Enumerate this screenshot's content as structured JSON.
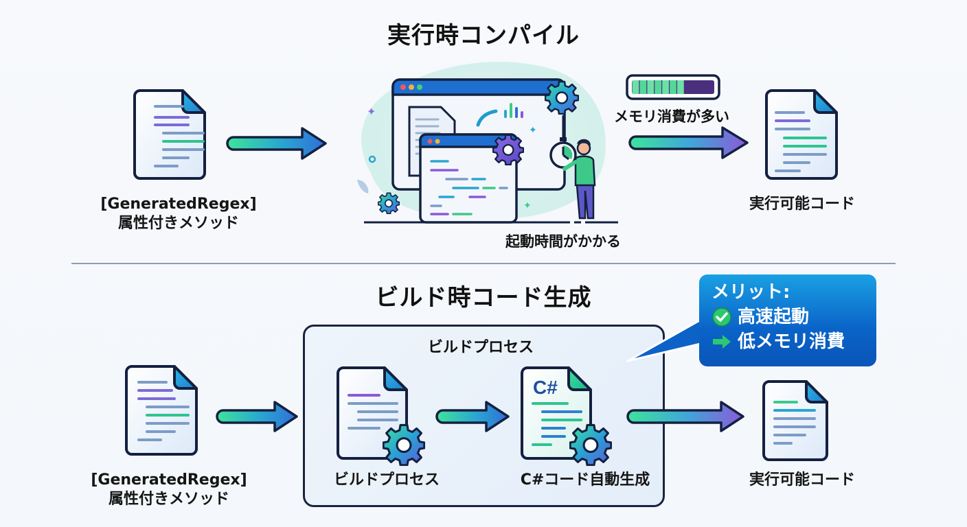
{
  "colors": {
    "outline": "#142040",
    "arrow_start": "#3ee39a",
    "arrow_mid": "#2b8fd6",
    "arrow_end_blue": "#2f6fd8",
    "arrow_end_purple": "#8a5ad8",
    "callout_bg": "#0a63c8",
    "check_green": "#2dc86e"
  },
  "runtime": {
    "title": "実行時コンパイル",
    "source_label_line1": "[GeneratedRegex]",
    "source_label_line2": "属性付きメソッド",
    "memory_note": "メモリ消費が多い",
    "memory_usage_fraction": 0.65,
    "startup_note": "起動時間がかかる",
    "output_label": "実行可能コード",
    "icons": [
      "document-icon",
      "arrow-right-icon",
      "compile-illustration",
      "memory-bar-icon",
      "arrow-right-icon",
      "document-icon"
    ]
  },
  "buildtime": {
    "title": "ビルド時コード生成",
    "source_label_line1": "[GeneratedRegex]",
    "source_label_line2": "属性付きメソッド",
    "box_title": "ビルドプロセス",
    "step1_label": "ビルドプロセス",
    "step2_label": "C#コード自動生成",
    "csharp_badge": "C#",
    "output_label": "実行可能コード"
  },
  "callout": {
    "heading": "メリット:",
    "items": [
      {
        "icon": "check-circle-icon",
        "text": "高速起動"
      },
      {
        "icon": "arrow-right-icon",
        "text": "低メモリ消費"
      }
    ]
  }
}
